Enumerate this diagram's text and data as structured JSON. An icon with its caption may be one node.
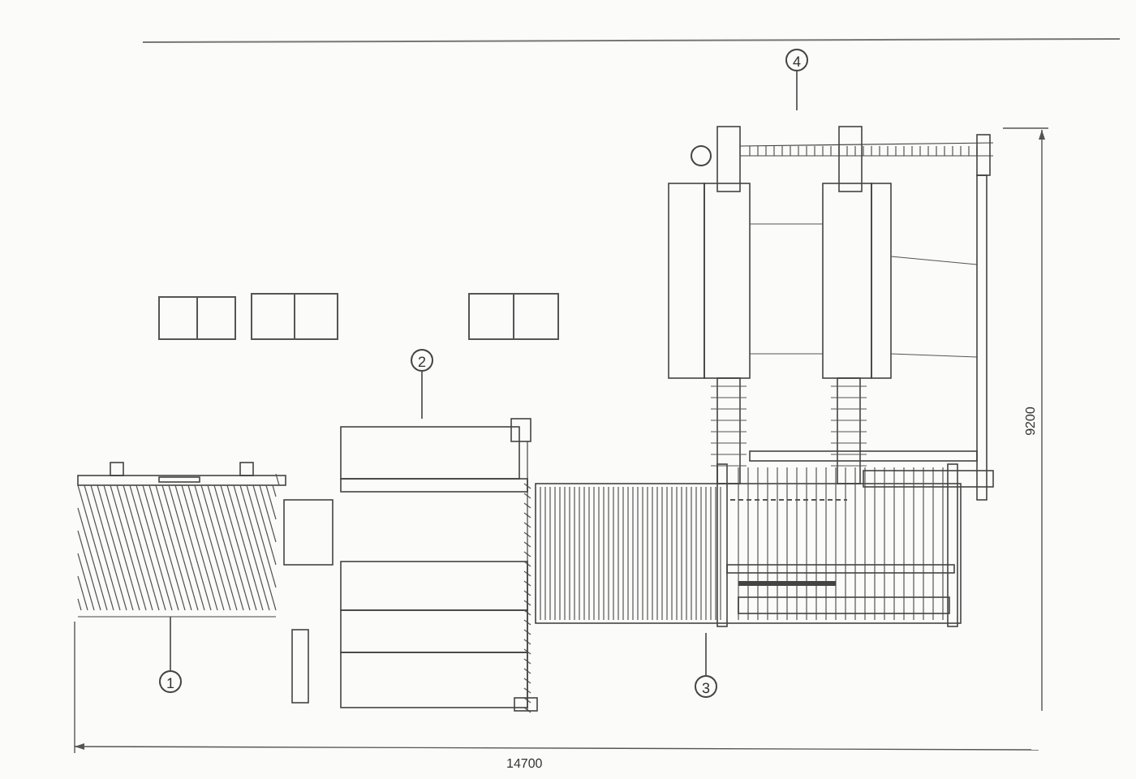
{
  "diagram": {
    "nodes": [
      {
        "text": [
          "1"
        ]
      },
      {
        "text": [],
        "shape": "picture"
      },
      {
        "text": [
          "2"
        ]
      },
      {
        "text": [],
        "shape": "picture"
      },
      {
        "text": [
          "3"
        ]
      },
      {
        "text": [],
        "shape": "picture"
      },
      {
        "text": [
          "4"
        ]
      },
      {
        "text": [],
        "shape": "picture"
      }
    ],
    "edges": [
      {
        "from": 0,
        "to": 1,
        "arrow": "none"
      },
      {
        "from": 2,
        "to": 3,
        "arrow": "none"
      },
      {
        "from": 4,
        "to": 5,
        "arrow": "none"
      },
      {
        "from": 6,
        "to": 7,
        "arrow": "none"
      }
    ],
    "labels": [
      "14700",
      "9200"
    ]
  }
}
